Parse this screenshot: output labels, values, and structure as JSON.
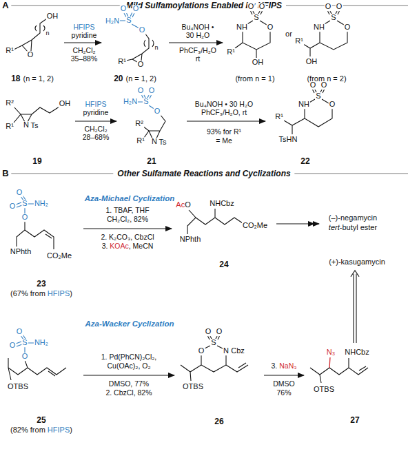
{
  "diagram": {
    "nodes": [
      {
        "text": [
          "18",
          "(n = 1, 2)"
        ]
      },
      {
        "text": [
          "20",
          "(n = 1, 2)"
        ]
      },
      {
        "text": [
          "(from n = 1)"
        ]
      },
      {
        "text": [
          "(from n = 2)"
        ]
      },
      {
        "text": [
          "19"
        ]
      },
      {
        "text": [
          "21"
        ]
      },
      {
        "text": [
          "22"
        ]
      },
      {
        "text": [
          "23",
          "(67% from HFIPS)"
        ]
      },
      {
        "text": [
          "24"
        ]
      },
      {
        "text": [
          "(–)-negamycin tert-butyl ester"
        ]
      },
      {
        "text": [
          "(+)-kasugamycin"
        ]
      },
      {
        "text": [
          "25",
          "(82% from HFIPS)"
        ]
      },
      {
        "text": [
          "26"
        ]
      },
      {
        "text": [
          "27"
        ]
      }
    ],
    "edges": [
      {
        "from": 0,
        "to": 1,
        "arrow": "to"
      },
      {
        "from": 1,
        "to": 2,
        "arrow": "to"
      },
      {
        "from": 4,
        "to": 5,
        "arrow": "to"
      },
      {
        "from": 5,
        "to": 6,
        "arrow": "to"
      },
      {
        "from": 7,
        "to": 8,
        "arrow": "to"
      },
      {
        "from": 8,
        "to": 9,
        "arrow": "to"
      },
      {
        "from": 11,
        "to": 12,
        "arrow": "to"
      },
      {
        "from": 12,
        "to": 13,
        "arrow": "to"
      },
      {
        "from": 13,
        "to": 10,
        "arrow": "to"
      }
    ],
    "labels": [
      "A",
      "Mild Sulfamoylations Enabled by HFIPS",
      "HFIPS",
      "pyridine",
      "CH₂Cl₂",
      "35–88%",
      "Bu₄NOH •",
      "30 H₂O",
      "PhCF₃/H₂O",
      "rt",
      "or",
      "R¹",
      "O",
      "OH",
      "n",
      "O",
      "O",
      "H₂N",
      "S",
      "O",
      "n",
      "O",
      "R¹",
      "O",
      "O",
      "S",
      "NH",
      "O",
      "R¹",
      "OH",
      "O",
      "O",
      "S",
      "NH",
      "O",
      "R¹",
      "OH",
      "HFIPS",
      "pyridine",
      "CH₂Cl₂",
      "28–68%",
      "Bu₄NOH • 30 H₂O",
      "PhCF₃/H₂O, rt",
      "93% for R¹ = Me",
      "R²",
      "R¹",
      "N",
      "Ts",
      "OH",
      "O",
      "O",
      "H₂N",
      "S",
      "O",
      "R²",
      "R¹",
      "N",
      "Ts",
      "O",
      "O",
      "S",
      "NH",
      "O",
      "R¹",
      "TsHN",
      "B",
      "Other Sulfamate Reactions and Cyclizations",
      "Aza-Michael Cyclization",
      "O",
      "O",
      "S",
      "NH₂",
      "O",
      "NPhth",
      "CO₂Me",
      "1. TBAF, THF",
      "CH₂Cl₂, 82%",
      "2. K₂CO₃, CbzCl",
      "3. KOAc, MeCN",
      "AcO",
      "NHCbz",
      "NPhth",
      "CO₂Me",
      "Aza-Wacker Cyclization",
      "O",
      "O",
      "S",
      "NH₂",
      "O",
      "OTBS",
      "1. Pd(PhCN)₂Cl₂,",
      "Cu(OAc)₂, O₂",
      "DMSO, 77%",
      "2. CbzCl, 82%",
      "O",
      "O",
      "S",
      "O",
      "N",
      "Cbz",
      "OTBS",
      "3. NaN₃",
      "DMSO",
      "76%",
      "N₃",
      "NHCbz",
      "OTBS"
    ]
  }
}
